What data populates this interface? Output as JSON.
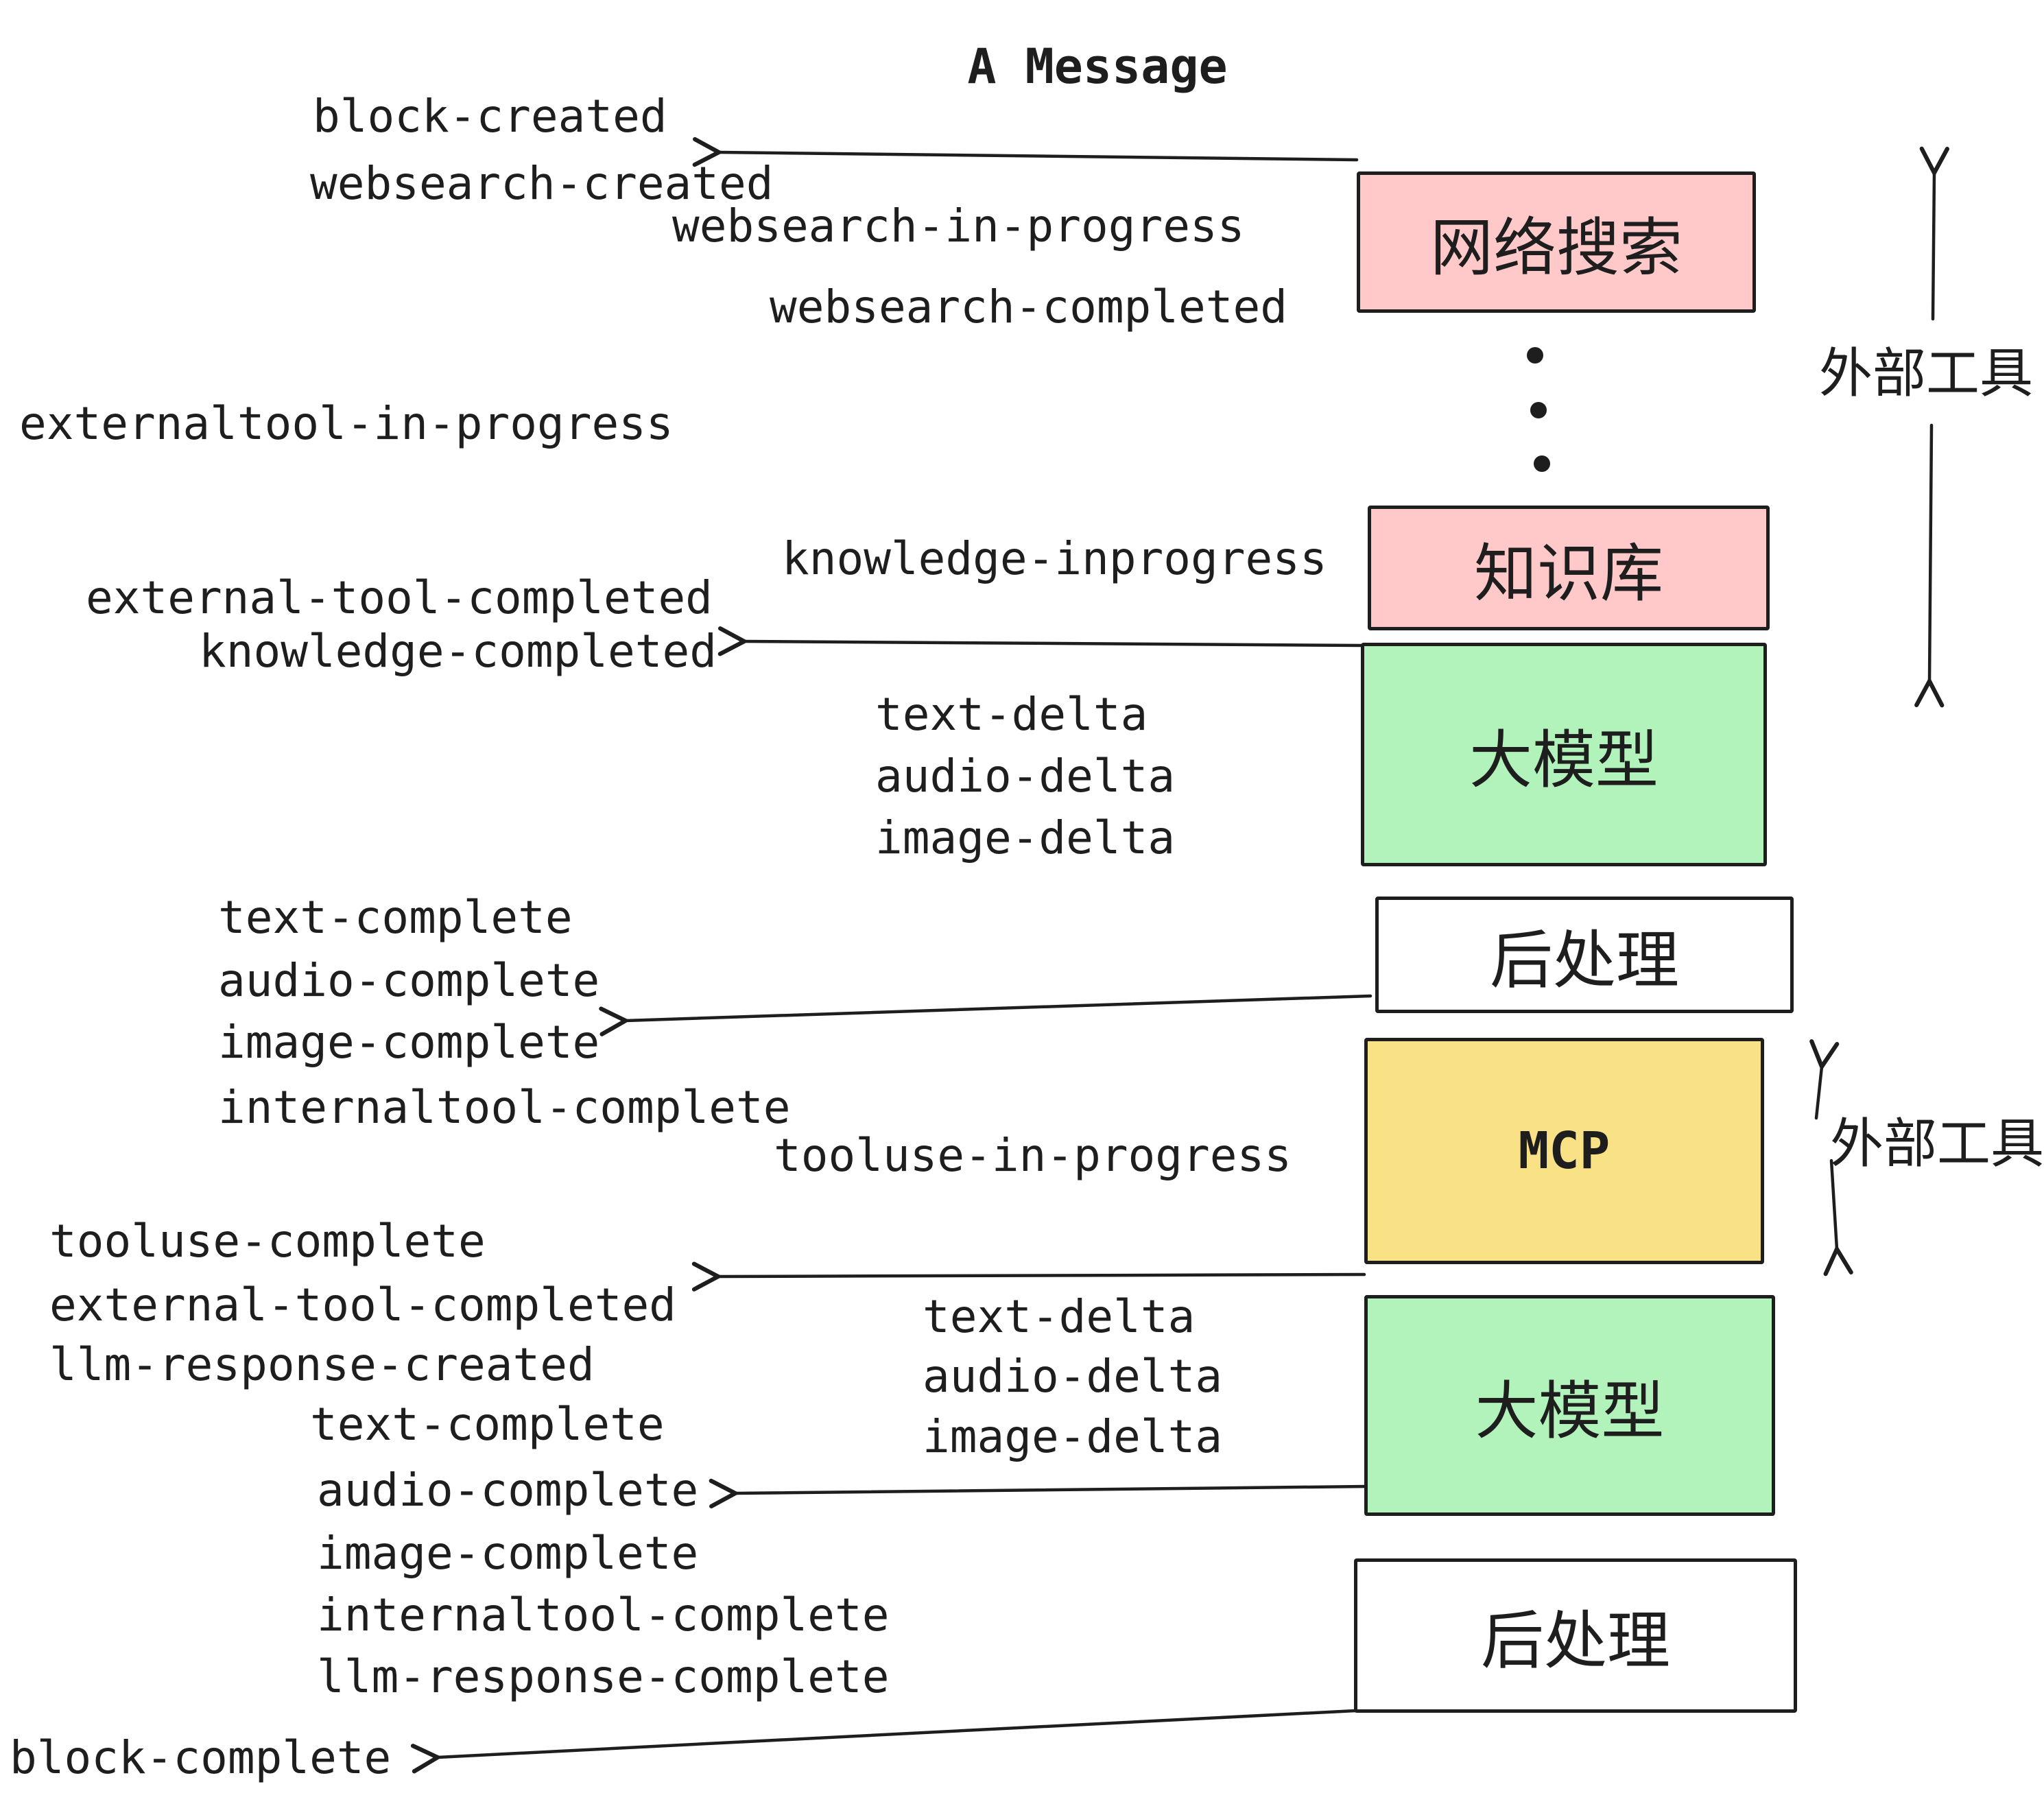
{
  "title": "A Message",
  "colors": {
    "box_pink": "#ffc9c9",
    "box_green": "#b2f2bb",
    "box_yellow": "#f9e286",
    "box_white": "#ffffff",
    "stroke": "#1e1e1e"
  },
  "boxes": {
    "websearch": "网络搜索",
    "knowledge": "知识库",
    "llm": "大模型",
    "postprocess": "后处理",
    "mcp": "MCP"
  },
  "annotations": {
    "external_tools": "外部工具"
  },
  "events": {
    "block_created": "block-created",
    "websearch_created": "websearch-created",
    "websearch_in_progress": "websearch-in-progress",
    "websearch_completed": "websearch-completed",
    "externaltool_in_progress": "externaltool-in-progress",
    "knowledge_inprogress": "knowledge-inprogress",
    "external_tool_completed": "external-tool-completed",
    "knowledge_completed": "knowledge-completed",
    "text_delta": "text-delta",
    "audio_delta": "audio-delta",
    "image_delta": "image-delta",
    "text_complete": "text-complete",
    "audio_complete": "audio-complete",
    "image_complete": "image-complete",
    "internaltool_complete": "internaltool-complete",
    "tooluse_in_progress": "tooluse-in-progress",
    "tooluse_complete": "tooluse-complete",
    "llm_response_created": "llm-response-created",
    "llm_response_complete": "llm-response-complete",
    "block_complete": "block-complete"
  }
}
